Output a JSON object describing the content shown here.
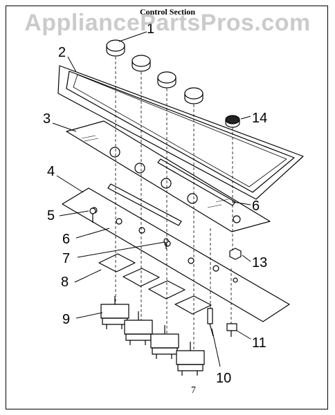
{
  "watermark": "AppliancePartsPros.com",
  "title": "Control Section",
  "page_number": "7",
  "callouts": {
    "c1": "1",
    "c2": "2",
    "c3": "3",
    "c4": "4",
    "c5": "5",
    "c6a": "6",
    "c6b": "6",
    "c7": "7",
    "c8": "8",
    "c9": "9",
    "c10": "10",
    "c11": "11",
    "c13": "13",
    "c14": "14"
  }
}
